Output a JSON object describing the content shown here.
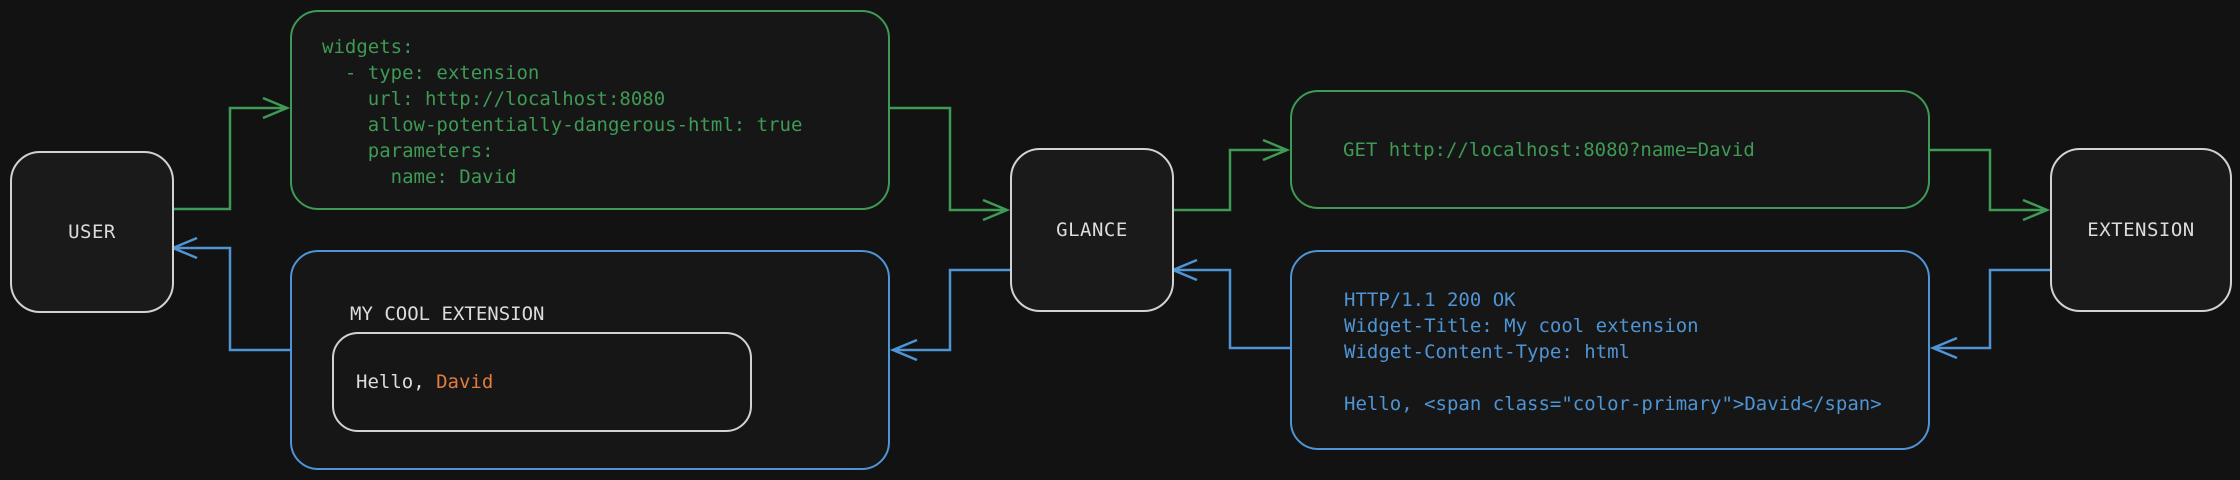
{
  "colors": {
    "green": "#3E9A54",
    "blue": "#4F94D4",
    "orange": "#E07D3A",
    "node_border": "#D2D2D2",
    "text_light": "#DCDCDC",
    "background": "#121212"
  },
  "nodes": {
    "user": "USER",
    "glance": "GLANCE",
    "extension": "EXTENSION"
  },
  "config_box": {
    "lines": [
      "widgets:",
      "  - type: extension",
      "    url: http://localhost:8080",
      "    allow-potentially-dangerous-html: true",
      "    parameters:",
      "      name: David"
    ]
  },
  "request_box": {
    "text": "GET http://localhost:8080?name=David"
  },
  "response_box": {
    "lines": [
      "HTTP/1.1 200 OK",
      "Widget-Title: My cool extension",
      "Widget-Content-Type: html",
      "",
      "Hello, <span class=\"color-primary\">David</span>"
    ]
  },
  "widget_box": {
    "title": "MY COOL EXTENSION",
    "greeting_prefix": "Hello, ",
    "greeting_name": "David"
  }
}
